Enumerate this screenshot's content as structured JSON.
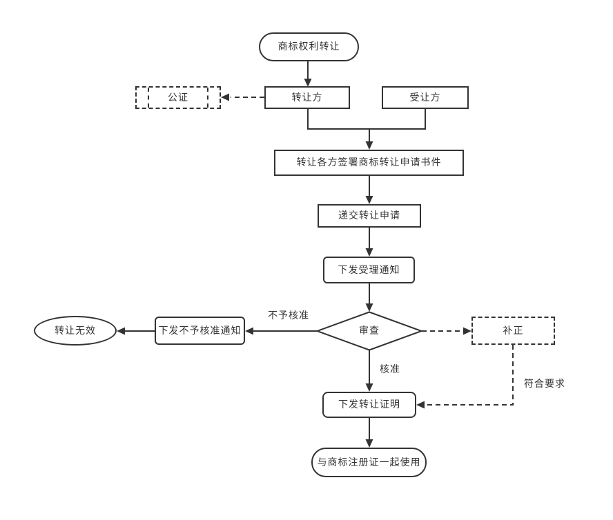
{
  "nodes": {
    "start": {
      "label": "商标权利转让"
    },
    "notary": {
      "label": "公证"
    },
    "transferor": {
      "label": "转让方"
    },
    "transferee": {
      "label": "受让方"
    },
    "sign_documents": {
      "label": "转让各方签署商标转让申请书件"
    },
    "submit_application": {
      "label": "递交转让申请"
    },
    "acceptance_notice": {
      "label": "下发受理通知"
    },
    "review": {
      "label": "审查"
    },
    "transfer_invalid": {
      "label": "转让无效"
    },
    "rejection_notice": {
      "label": "下发不予核准通知"
    },
    "correction": {
      "label": "补正"
    },
    "transfer_certificate": {
      "label": "下发转让证明"
    },
    "end": {
      "label": "与商标注册证一起使用"
    }
  },
  "edge_labels": {
    "not_approved": "不予核准",
    "approved": "核准",
    "meets_requirements": "符合要求"
  },
  "colors": {
    "stroke": "#333333",
    "text": "#333333",
    "background": "#ffffff"
  }
}
